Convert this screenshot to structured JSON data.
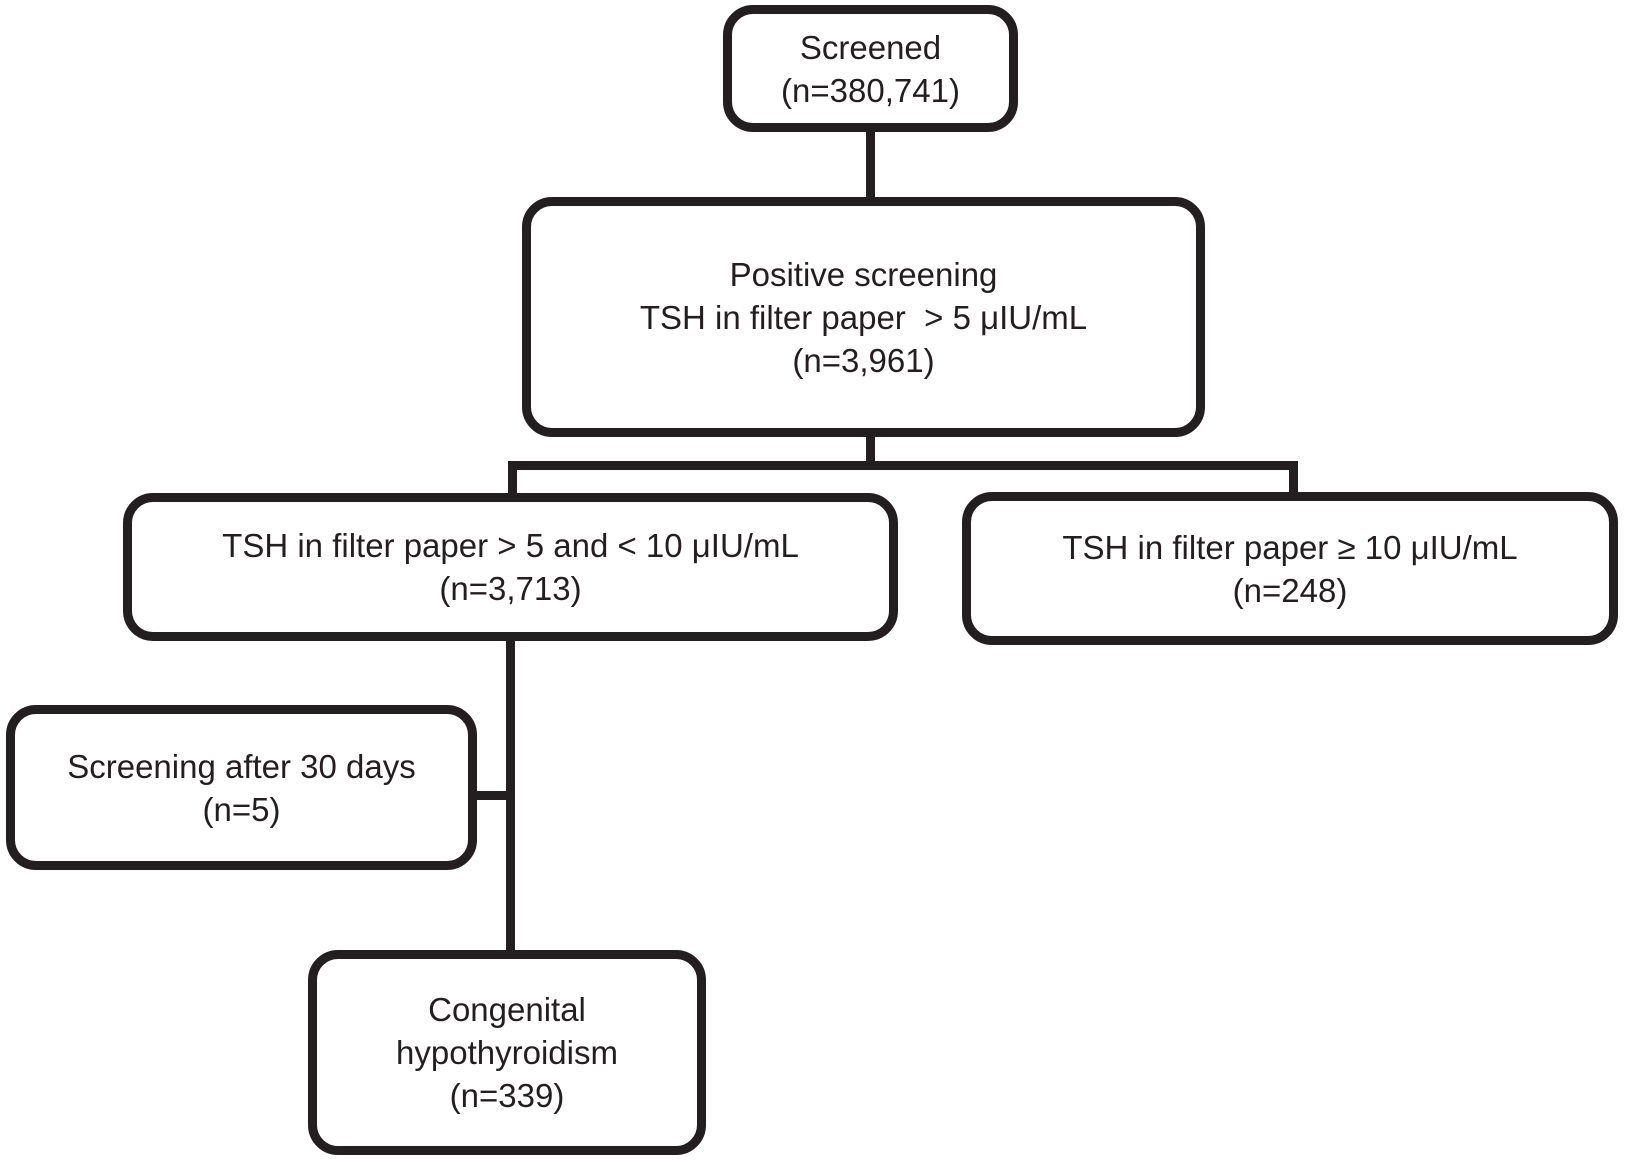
{
  "diagram": {
    "type": "flowchart",
    "title": "Congenital hypothyroidism screening flowchart",
    "colors": {
      "line": "#231f20",
      "text": "#231f20",
      "background": "#ffffff"
    },
    "nodes": {
      "screened": {
        "lines": [
          "Screened",
          "(n=380,741)"
        ]
      },
      "positive": {
        "lines": [
          "Positive screening",
          "TSH in filter paper  > 5 μIU/mL",
          "(n=3,961)"
        ]
      },
      "tsh_5_10": {
        "lines": [
          "TSH in filter paper > 5 and < 10 μIU/mL",
          "(n=3,713)"
        ]
      },
      "tsh_ge_10": {
        "lines": [
          "TSH in filter paper ≥ 10 μIU/mL",
          "(n=248)"
        ]
      },
      "screening_30": {
        "lines": [
          "Screening after 30 days",
          "(n=5)"
        ]
      },
      "congenital": {
        "lines": [
          "Congenital",
          "hypothyroidism",
          "(n=339)"
        ]
      }
    },
    "edges": [
      {
        "from": "screened",
        "to": "positive"
      },
      {
        "from": "positive",
        "to": "tsh_5_10"
      },
      {
        "from": "positive",
        "to": "tsh_ge_10"
      },
      {
        "from": "tsh_5_10",
        "to": "congenital"
      },
      {
        "from": "screening_30",
        "to": "tsh_5_10-congenital-trunk"
      }
    ]
  }
}
